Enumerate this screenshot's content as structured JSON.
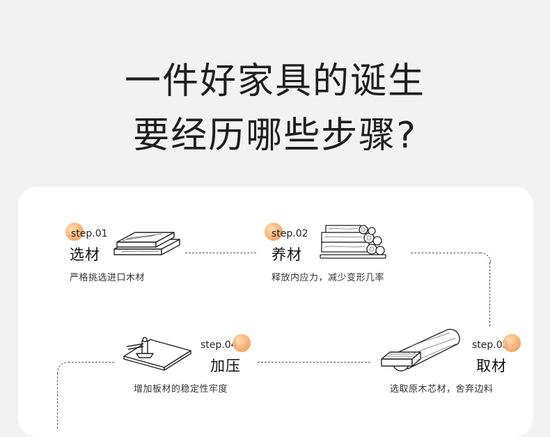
{
  "headline": {
    "line1": "一件好家具的诞生",
    "line2": "要经历哪些步骤?"
  },
  "steps": [
    {
      "num": "step.01",
      "name": "选材",
      "desc": "严格挑选进口木材",
      "icon": "wood-planks-icon"
    },
    {
      "num": "step.02",
      "name": "养材",
      "desc": "释放内应力，减少变形几率",
      "icon": "log-pile-icon"
    },
    {
      "num": "step.03",
      "name": "取材",
      "desc": "选取原木芯材，舍弃边料",
      "icon": "log-cut-icon"
    },
    {
      "num": "step.04",
      "name": "加压",
      "desc": "增加板材的稳定性牢度",
      "icon": "press-clamp-icon"
    }
  ],
  "colors": {
    "accent": "#f6a561",
    "background": "#f2f2f2",
    "card": "#ffffff"
  }
}
